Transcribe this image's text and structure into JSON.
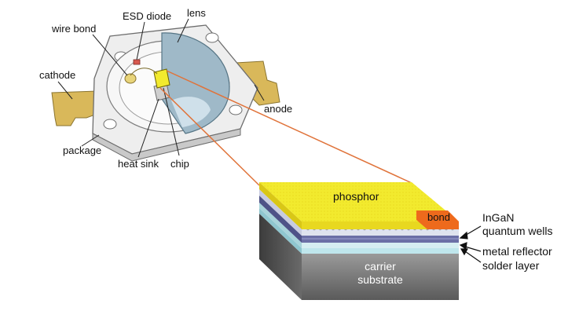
{
  "package_labels": {
    "wire_bond": "wire bond",
    "esd_diode": "ESD diode",
    "lens": "lens",
    "cathode": "cathode",
    "anode": "anode",
    "package": "package",
    "heat_sink": "heat sink",
    "chip": "chip"
  },
  "chip_labels": {
    "phosphor": "phosphor",
    "bond": "bond",
    "carrier_line1": "carrier",
    "carrier_line2": "substrate"
  },
  "layer_labels": {
    "ingan_line1": "InGaN",
    "ingan_line2": "quantum wells",
    "metal_reflector": "metal reflector",
    "solder_layer": "solder layer"
  },
  "colors": {
    "phosphor": "#f2ea2e",
    "bond": "#ee6a1c",
    "zoom_line": "#e0733a",
    "lens": "#9fb9c8",
    "lead": "#d9b85a",
    "carrier": "#7b7b7b"
  }
}
